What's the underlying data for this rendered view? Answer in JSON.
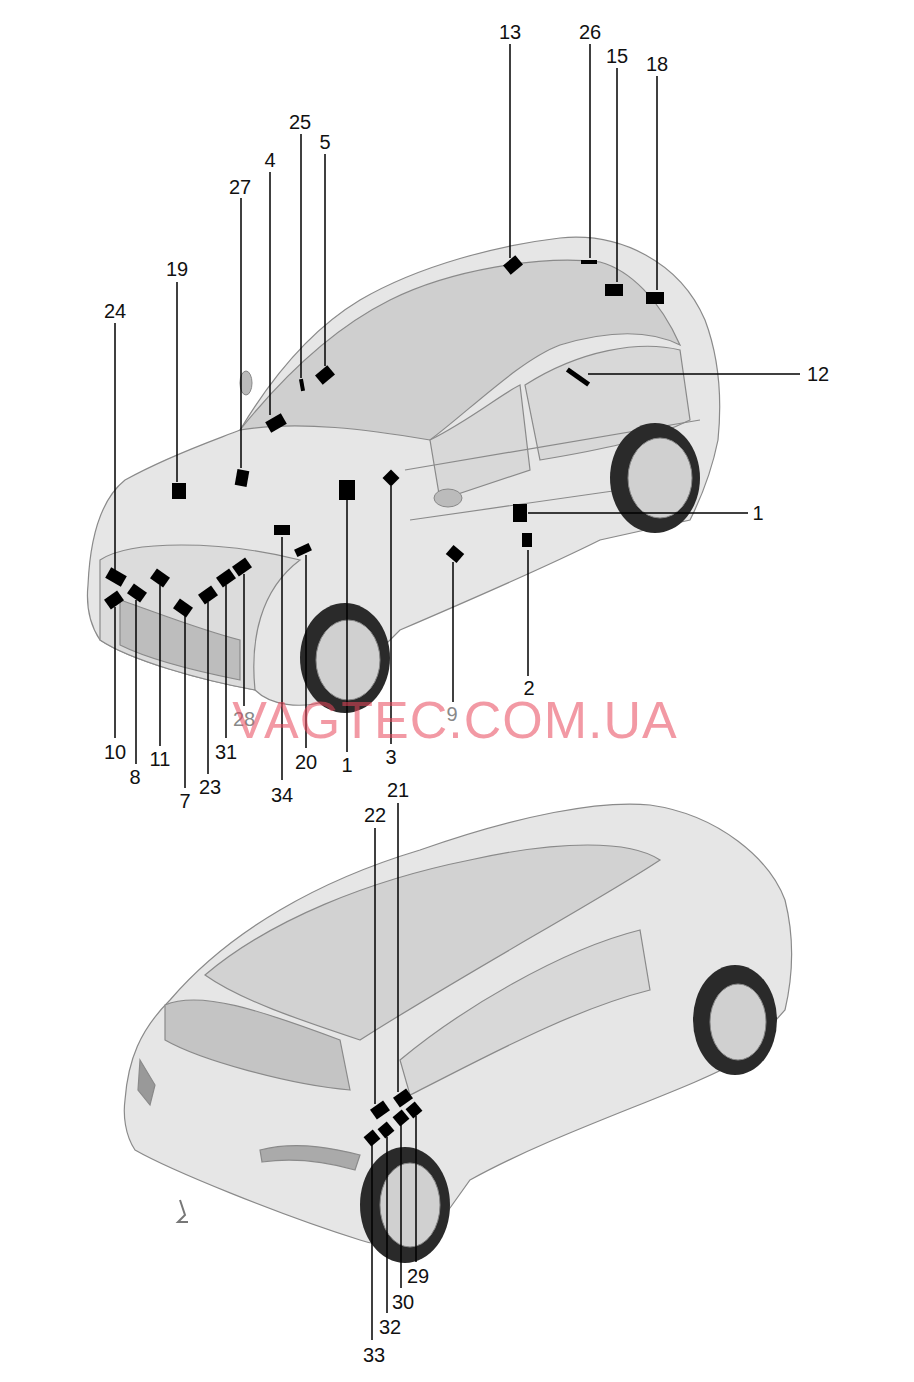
{
  "diagram": {
    "labels": [
      "13",
      "26",
      "15",
      "18",
      "25",
      "5",
      "4",
      "27",
      "19",
      "24",
      "12",
      "1",
      "2",
      "9",
      "28",
      "10",
      "8",
      "11",
      "31",
      "7",
      "23",
      "34",
      "20",
      "1",
      "3",
      "VAGTEC.COM.UA",
      "21",
      "22",
      "29",
      "30",
      "32",
      "33"
    ]
  }
}
